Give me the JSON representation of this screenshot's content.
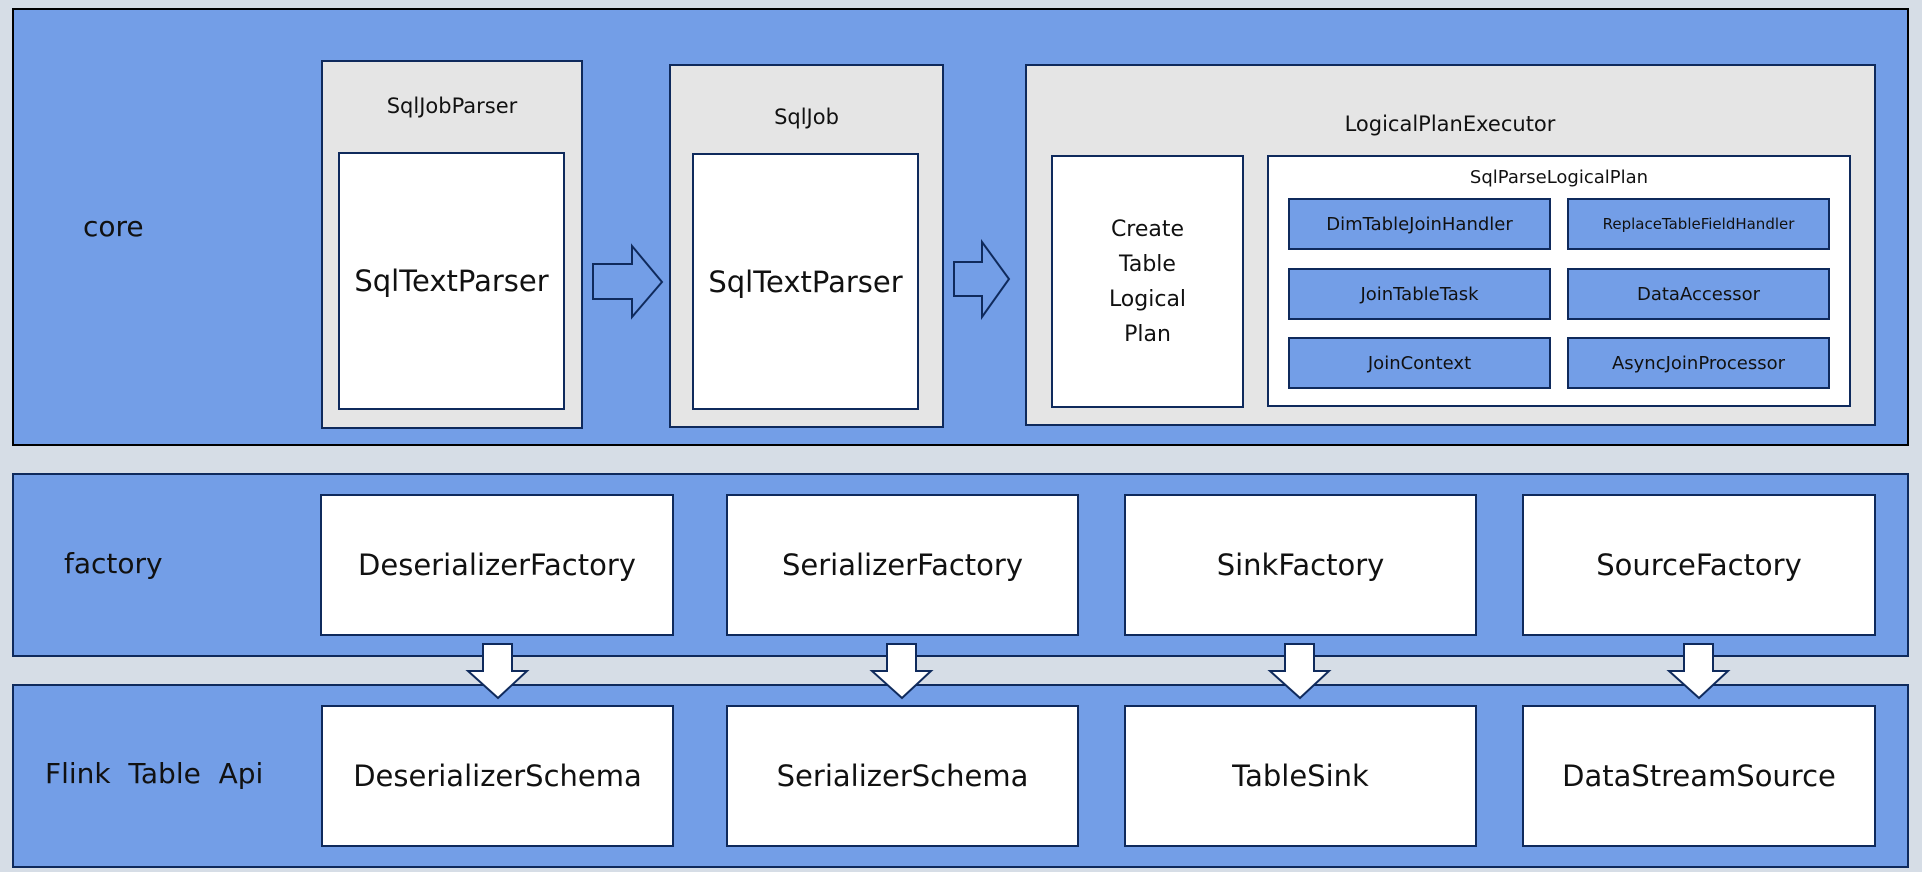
{
  "layers": {
    "core": {
      "label": "core",
      "sql_job_parser": {
        "title": "SqlJobParser",
        "inner": "SqlTextParser"
      },
      "sql_job": {
        "title": "SqlJob",
        "inner": "SqlTextParser"
      },
      "logical_plan_executor": {
        "title": "LogicalPlanExecutor",
        "create_table_logical_plan": [
          "Create",
          "Table",
          "Logical",
          "Plan"
        ],
        "sql_parse_logical_plan": {
          "title": "SqlParseLogicalPlan",
          "components": [
            "DimTableJoinHandler",
            "ReplaceTableFieldHandler",
            "JoinTableTask",
            "DataAccessor",
            "JoinContext",
            "AsyncJoinProcessor"
          ]
        }
      }
    },
    "factory": {
      "label": "factory",
      "items": [
        "DeserializerFactory",
        "SerializerFactory",
        "SinkFactory",
        "SourceFactory"
      ]
    },
    "flink": {
      "label": "Flink  Table  Api",
      "items": [
        "DeserializerSchema",
        "SerializerSchema",
        "TableSink",
        "DataStreamSource"
      ]
    }
  },
  "colors": {
    "background": "#d6dde6",
    "layer_fill": "#739ee7",
    "container_fill": "#e5e5e5",
    "box_fill": "#ffffff",
    "border": "#0f2a5c"
  }
}
